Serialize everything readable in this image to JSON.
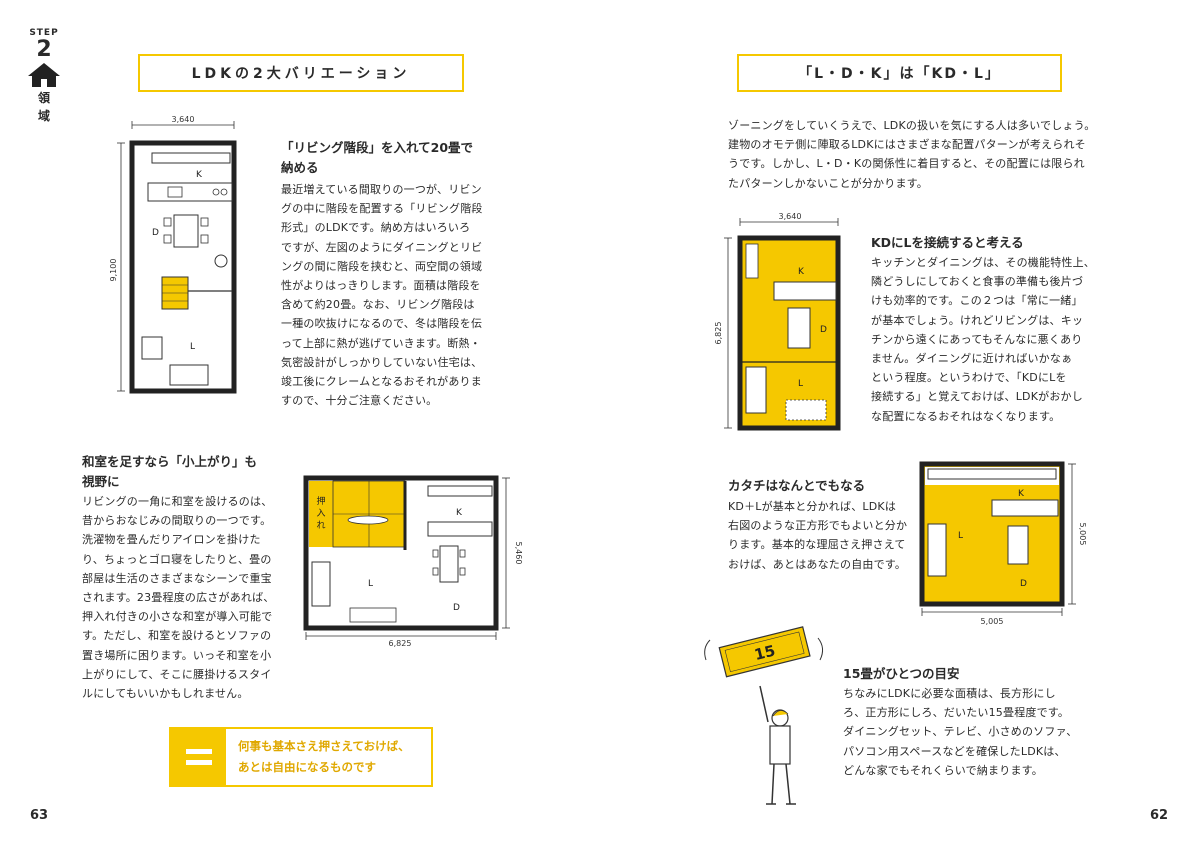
{
  "sidebar": {
    "step_label": "STEP",
    "step_number": "2",
    "vertical_text": [
      "領",
      "域"
    ],
    "icon": "house-icon"
  },
  "left": {
    "title": "LDKの2大バリエーション",
    "plan1": {
      "width": "3,640",
      "height": "9,100",
      "labels": {
        "k": "K",
        "d": "D",
        "l": "L"
      }
    },
    "section1": {
      "heading": [
        "「リビング階段」を入れて20畳で",
        "納める"
      ],
      "body": [
        "最近増えている間取りの一つが、リビン",
        "グの中に階段を配置する「リビング階段",
        "形式」のLDKです。納め方はいろいろ",
        "ですが、左図のようにダイニングとリビ",
        "ングの間に階段を挟むと、両空間の領域",
        "性がよりはっきりします。面積は階段を",
        "含めて約20畳。なお、リビング階段は",
        "一種の吹抜けになるので、冬は階段を伝",
        "って上部に熱が逃げていきます。断熱・",
        "気密設計がしっかりしていない住宅は、",
        "竣工後にクレームとなるおそれがありま",
        "すので、十分ご注意ください。"
      ]
    },
    "section2": {
      "heading": [
        "和室を足すなら「小上がり」も",
        "視野に"
      ],
      "body": [
        "リビングの一角に和室を設けるのは、",
        "昔からおなじみの間取りの一つです。",
        "洗濯物を畳んだりアイロンを掛けた",
        "り、ちょっとゴロ寝をしたりと、畳の",
        "部屋は生活のさまざまなシーンで重宝",
        "されます。23畳程度の広さがあれば、",
        "押入れ付きの小さな和室が導入可能で",
        "す。ただし、和室を設けるとソファの",
        "置き場所に困ります。いっそ和室を小",
        "上がりにして、そこに腰掛けるスタイ",
        "ルにしてもいいかもしれません。"
      ]
    },
    "plan2": {
      "width": "6,825",
      "height": "5,460",
      "oshiire": [
        "押",
        "入",
        "れ"
      ],
      "labels": {
        "k": "K",
        "d": "D",
        "l": "L"
      }
    },
    "callout": {
      "lines": [
        "何事も基本さえ押さえておけば、",
        "あとは自由になるものです"
      ]
    },
    "page_number": "63"
  },
  "right": {
    "title": "「L・D・K」は「KD・L」",
    "intro": [
      "ゾーニングをしていくうえで、LDKの扱いを気にする人は多いでしょう。",
      "建物のオモテ側に陣取るLDKにはさまざまな配置パターンが考えられそ",
      "うです。しかし、L・D・Kの関係性に着目すると、その配置には限られ",
      "たパターンしかないことが分かります。"
    ],
    "plan3": {
      "width": "3,640",
      "height": "6,825",
      "labels": {
        "k": "K",
        "d": "D",
        "l": "L"
      }
    },
    "section1": {
      "heading": "KDにLを接続すると考える",
      "body": [
        "キッチンとダイニングは、その機能特性上、",
        "隣どうしにしておくと食事の準備も後片づ",
        "けも効率的です。この２つは「常に一緒」",
        "が基本でしょう。けれどリビングは、キッ",
        "チンから遠くにあってもそんなに悪くあり",
        "ません。ダイニングに近ければいかなぁ",
        "という程度。というわけで、「KDにLを",
        "接続する」と覚えておけば、LDKがおかし",
        "な配置になるおそれはなくなります。"
      ]
    },
    "section2": {
      "heading": "カタチはなんとでもなる",
      "body": [
        "KD＋Lが基本と分かれば、LDKは",
        "右図のような正方形でもよいと分か",
        "ります。基本的な理屈さえ押さえて",
        "おけば、あとはあなたの自由です。"
      ]
    },
    "plan4": {
      "width": "5,005",
      "height": "5,005",
      "labels": {
        "k": "K",
        "d": "D",
        "l": "L"
      }
    },
    "illustration": {
      "tatami_number": "15"
    },
    "section3": {
      "heading": "15畳がひとつの目安",
      "body": [
        "ちなみにLDKに必要な面積は、長方形にし",
        "ろ、正方形にしろ、だいたい15畳程度です。",
        "ダイニングセット、テレビ、小さめのソファ、",
        "パソコン用スペースなどを確保したLDKは、",
        "どんな家でもそれくらいで納まります。"
      ]
    },
    "page_number": "62"
  },
  "colors": {
    "accent": "#f5c800",
    "text": "#2a2a2a",
    "callout_text": "#e0a800"
  }
}
